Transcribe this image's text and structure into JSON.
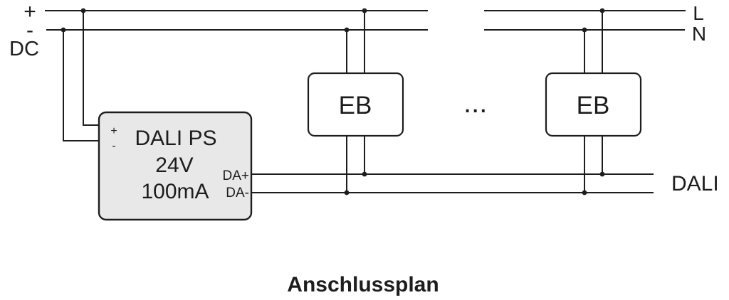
{
  "diagram": {
    "caption": "Anschlussplan",
    "dc_supply": {
      "plus_label": "+",
      "minus_label": "-",
      "label": "DC"
    },
    "mains": {
      "line_label": "L",
      "neutral_label": "N"
    },
    "dali_bus_label": "DALI",
    "ellipsis": "...",
    "power_supply": {
      "name": "DALI PS",
      "voltage": "24V",
      "current": "100mA",
      "plus_terminal": "+",
      "minus_terminal": "-",
      "da_plus_terminal": "DA+",
      "da_minus_terminal": "DA-"
    },
    "devices": [
      {
        "label": "EB"
      },
      {
        "label": "EB"
      }
    ],
    "colors": {
      "wire": "#1d1d1d",
      "text": "#1d1d1d",
      "ps_fill": "#e8e8e8",
      "device_fill": "#ffffff",
      "background": "#ffffff"
    }
  }
}
